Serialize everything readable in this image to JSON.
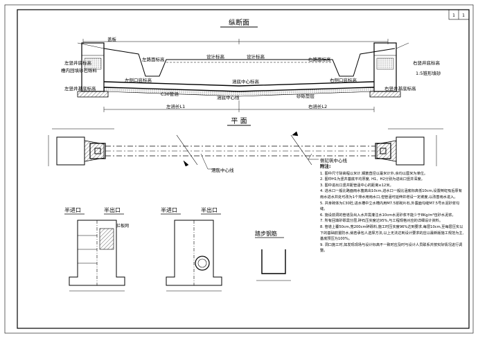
{
  "sheet": {
    "page_no": "1",
    "page_total": "1"
  },
  "views": {
    "profile_title": "纵断面",
    "plan_title": "平  面",
    "half_inlet_1": "半进口",
    "half_outlet_1": "半出口",
    "half_inlet_2": "半进口",
    "half_outlet_2": "半出口",
    "step_rebar": "踏步钢筋"
  },
  "profile_labels": {
    "cover_plate": "盖板",
    "left_road_elev": "左路面标高",
    "design_elev": "设计标高",
    "design_elev_2": "设计标高",
    "right_road_elev": "右路面标高",
    "left_well_bottom": "左竖井底标高",
    "well_backfill": "槽内回填砂石砾料",
    "left_inlet_bottom": "左侧口底标高",
    "pipe_center_elev": "涵底中心标高",
    "right_inlet_bottom": "右侧口底标高",
    "left_base_elev": "左竖井基底标高",
    "c30_pipe": "C30管涵",
    "culvert_axis": "涵底中心线",
    "sand_gravel": "砂砾垫层",
    "right_base_elev": "右竖井基底标高",
    "right_well_bottom": "右竖井底标高",
    "slope": "1:5锥形填砂",
    "left_length": "左涵长L1",
    "right_length": "右涵长L2"
  },
  "plan_labels": {
    "culvert_centerline": "涵底中心线",
    "road_centerline": "侧缸筑中心线"
  },
  "detail_labels": {
    "railing": "拦板网"
  },
  "notes": {
    "title": "附注:",
    "items": [
      "1. 图中尺寸除高程以米计,钢筋直径以毫米计外,余均以厘米为单位。",
      "2. 图中H1为竖井基底平均厚度, H1、H2分别为进出口竖井深度。",
      "3. 图中进出口竖井距管涵中心的距离≤12米。",
      "4. 进水口一般比路面雨水篦高出10cm,进水口一般比涵底标高低10cm,设置倒虹吸后原有雨水进水井处可改为1个排水用雨水口,但管涵可延伸并增设一定坡度,以改善雨水进入。",
      "5. 井身砌体为C30砼,进水槽中立水槽内用M7.5浆砌片石,外露面勾缝M7.5号水泥砂浆勾缝。",
      "6. 施设前洞的管道及出入水井需灌注水10cm水泥砂浆不能少于8Kg/m³伍砂水泥浆。",
      "7. 所有回填砂砾需分层,碎石压实度达95%,与工程规格对应的详细设计资料。",
      "8. 管道上覆50cm,宽200cm碎砾料,施工时压实度96%达到要求,每层10cm,至每层压实以下的基础前置防水,倘若承包人选择方法,以上无法达到设计要求的应以最新版施工规范为主,基底预压为100%。",
      "9. 洞口施工时,如发现现场与设计标高不一致时应及时与设计人员联系并按实际情况进行调整。"
    ]
  },
  "colors": {
    "line": "#000000",
    "paper": "#ffffff"
  }
}
